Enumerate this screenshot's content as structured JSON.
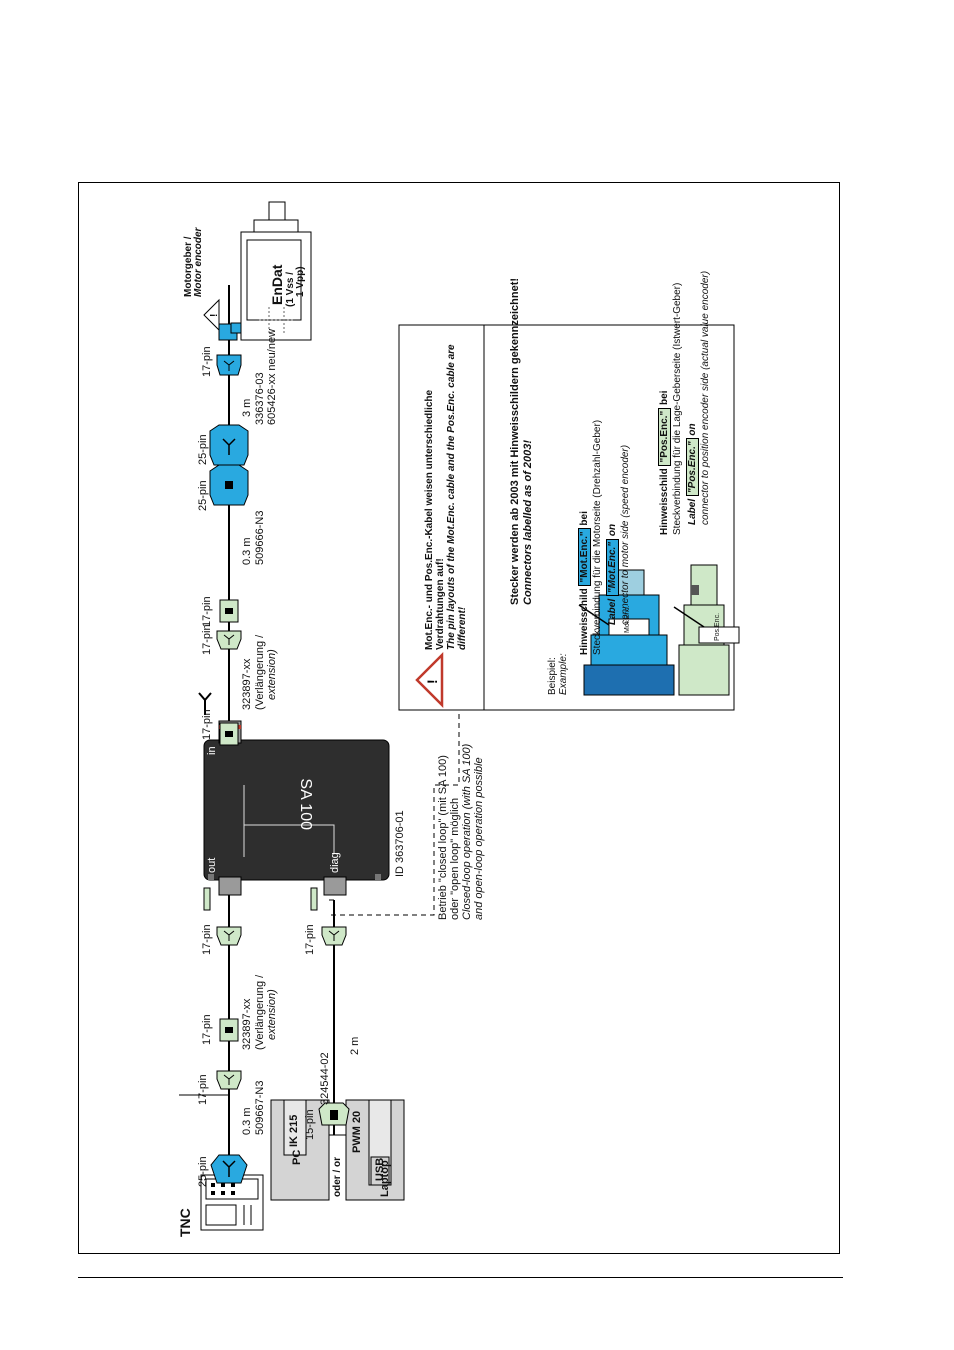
{
  "devices": {
    "tnc": "TNC",
    "pc": "PC",
    "ik215": "IK 215",
    "or": "oder / or",
    "laptop": "Laptop",
    "pwm20": "PWM 20",
    "usb": "USB",
    "motor_encoder_de": "Motorgeber /",
    "motor_encoder_en": "Motor encoder",
    "endat": "EnDat",
    "endat_sub1": "(1 Vss /",
    "endat_sub2": "1 Vpp)",
    "sa100": "SA 100",
    "sa100_in": "in",
    "sa100_out": "out",
    "sa100_diag": "diag",
    "sa100_id": "ID 363706-01"
  },
  "pins": {
    "p25": "25-pin",
    "p17": "17-pin",
    "p15": "15-pin"
  },
  "cables": {
    "c509667": "509667-N3",
    "c509667_len": "0.3 m",
    "c323897_a": "323897-xx",
    "ext_de": "(Verlängerung /",
    "ext_en": "extension)",
    "c324544": "324544-02",
    "c324544_len": "2 m",
    "c323897_b": "323897-xx",
    "c509666": "509666-N3",
    "c509666_len": "0.3 m",
    "c336376": "336376-03",
    "c605426": "605426-xx neu/new",
    "c336376_len": "3 m"
  },
  "loop_note": {
    "line1": "Betrieb \"closed loop\" (mit SA 100)",
    "line2": "oder \"open loop\" möglich",
    "line3": "Closed-loop operation (with SA 100)",
    "line4": "and open-loop operation possible"
  },
  "warning": {
    "de1": "Mot.Enc.- und Pos.Enc.-Kabel weisen unterschiedliche",
    "de2": "Verdrahtungen auf!",
    "en1": "The pin layouts of the Mot.Enc. cable and the Pos.Enc. cable are",
    "en2": "different!",
    "headline_de": "Stecker werden ab 2003 mit Hinweisschildern gekennzeichnet!",
    "headline_en": "Connectors labelled as of 2003!",
    "example_de": "Beispiel:",
    "example_en": "Example:",
    "mot_prefix_de": "Hinweisschild",
    "mot_label": "\"Mot.Enc.\"",
    "mot_suffix_de": "bei",
    "mot_desc_de": "Steckverbindung für die Motorseite (Drehzahl-Geber)",
    "mot_prefix_en": "Label",
    "mot_label_en": "\"Mot.Enc.\"",
    "mot_suffix_en": "on",
    "mot_desc_en": "connector to motor side (speed encoder)",
    "pos_prefix_de": "Hinweisschild",
    "pos_label": "\"Pos.Enc.\"",
    "pos_suffix_de": "bei",
    "pos_desc_de": "Steckverbindung für die Lage-Geberseite (Istwert-Geber)",
    "pos_prefix_en": "Label",
    "pos_label_en": "\"Pos.Enc.\"",
    "pos_suffix_en": "on",
    "pos_desc_en": "connector to position encoder side (actual value encoder)",
    "tag_mot": "Mot.Enc.",
    "tag_pos": "Pos.Enc."
  },
  "colors": {
    "blue": "#29a9e0",
    "green": "#cfe8c8",
    "gray": "#d4d4d4",
    "sa100_body": "#2e2e2e"
  }
}
